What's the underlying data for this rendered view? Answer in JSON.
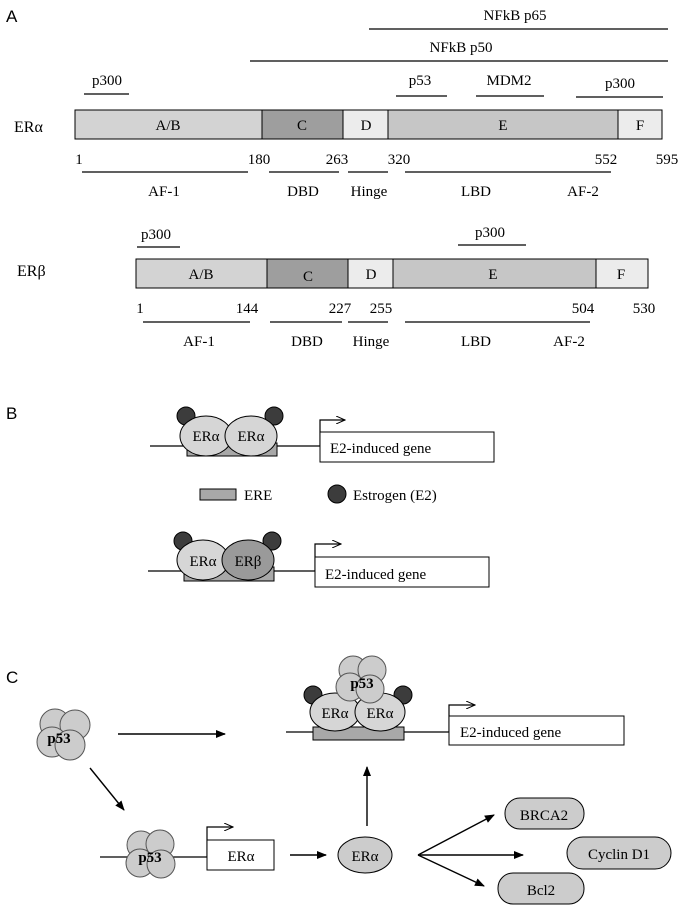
{
  "panels": {
    "a": "A",
    "b": "B",
    "c": "C"
  },
  "era": {
    "label": "ERα",
    "domains": [
      "A/B",
      "C",
      "D",
      "E",
      "F"
    ],
    "positions": [
      "1",
      "180",
      "263",
      "320",
      "552",
      "595"
    ],
    "regions": [
      "AF-1",
      "DBD",
      "Hinge",
      "LBD",
      "AF-2"
    ],
    "binding": {
      "nfkb_p65": "NFkB p65",
      "nfkb_p50": "NFkB p50",
      "p300_n": "p300",
      "p53": "p53",
      "mdm2": "MDM2",
      "p300_c": "p300"
    }
  },
  "erb": {
    "label": "ERβ",
    "domains": [
      "A/B",
      "C",
      "D",
      "E",
      "F"
    ],
    "positions": [
      "1",
      "144",
      "227",
      "255",
      "504",
      "530"
    ],
    "regions": [
      "AF-1",
      "DBD",
      "Hinge",
      "LBD",
      "AF-2"
    ],
    "binding": {
      "p300_n": "p300",
      "p300_e": "p300"
    }
  },
  "panel_b": {
    "top": {
      "left": "ERα",
      "right": "ERα",
      "gene": "E2-induced gene"
    },
    "bottom": {
      "left": "ERα",
      "right": "ERβ",
      "gene": "E2-induced gene"
    },
    "legend": {
      "ere": "ERE",
      "estrogen": "Estrogen (E2)"
    }
  },
  "panel_c": {
    "p53_free": "p53",
    "p53_bound": "p53",
    "p53_complex": "p53",
    "complex": {
      "left": "ERα",
      "right": "ERα",
      "gene": "E2-induced gene"
    },
    "era_gene": "ERα",
    "era_protein": "ERα",
    "targets": [
      "BRCA2",
      "Cyclin D1",
      "Bcl2"
    ]
  },
  "colors": {
    "domain_ab": "#d3d3d3",
    "domain_c": "#9e9e9e",
    "domain_light": "#ececec",
    "domain_e": "#c6c6c6",
    "ere": "#a8a8a8",
    "estrogen": "#3c3c3c",
    "er_alpha": "#d6d6d6",
    "er_beta": "#9a9a9a",
    "p53": "#cccccc"
  }
}
